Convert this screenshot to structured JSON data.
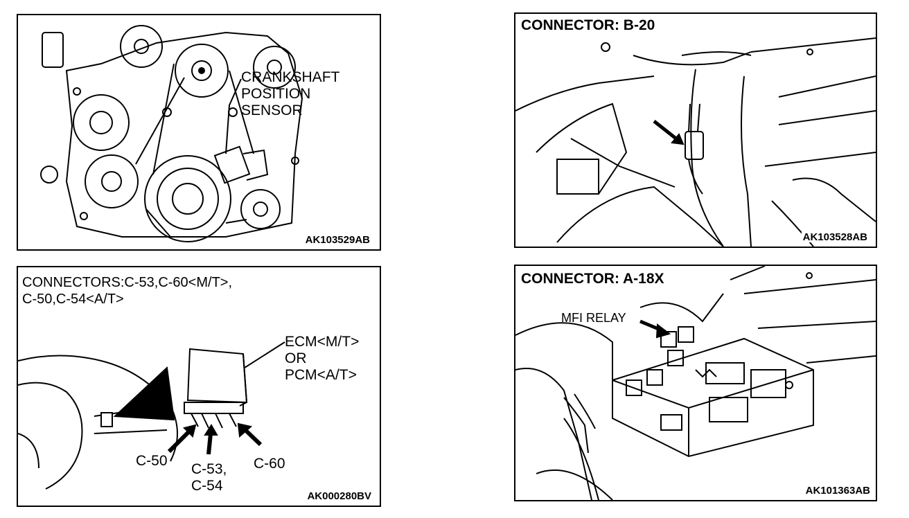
{
  "panels": {
    "crank": {
      "callout": "CRANKSHAFT\nPOSITION\nSENSOR",
      "code": "AK103529AB"
    },
    "b20": {
      "title": "CONNECTOR: B-20",
      "code": "AK103528AB"
    },
    "c53": {
      "title": "CONNECTORS:C-53,C-60<M/T>,\nC-50,C-54<A/T>",
      "ecm_label": "ECM<M/T>\nOR\nPCM<A/T>",
      "label_c50": "C-50",
      "label_c53": "C-53,\nC-54",
      "label_c60": "C-60",
      "code": "AK000280BV"
    },
    "a18x": {
      "title": "CONNECTOR: A-18X",
      "relay_label": "MFI RELAY",
      "code": "AK101363AB"
    }
  },
  "colors": {
    "ink": "#000000",
    "paper": "#ffffff"
  }
}
